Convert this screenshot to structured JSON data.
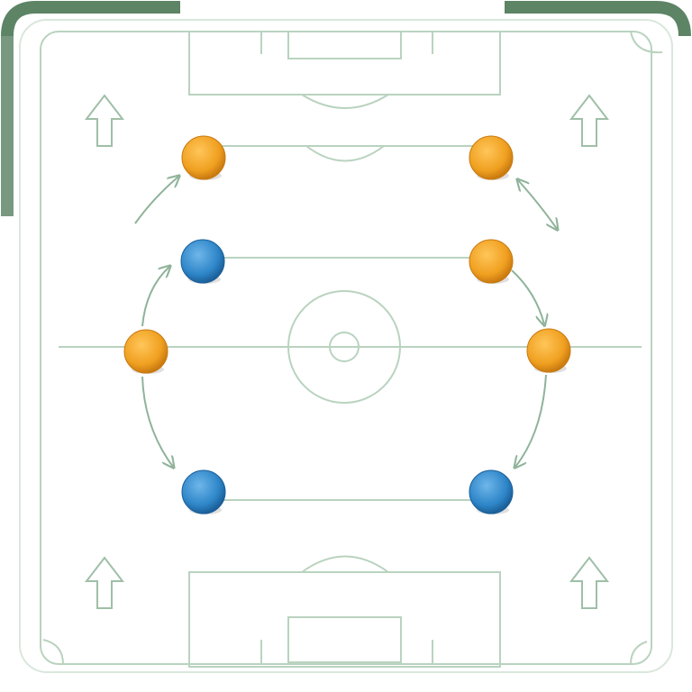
{
  "colors": {
    "background": "#ffffff",
    "frame": "#3f6e4a",
    "pitch_line": "#b9d3bf",
    "pitch_line_dark": "#8fb39a",
    "player_orange": "#f0a020",
    "player_orange_dark": "#c97a10",
    "player_blue": "#2e86c8",
    "player_blue_dark": "#1b5f99",
    "arrow": "#9fbfa8"
  },
  "players": [
    {
      "id": "top-left",
      "team": "orange"
    },
    {
      "id": "top-right",
      "team": "orange"
    },
    {
      "id": "upper-left",
      "team": "blue"
    },
    {
      "id": "upper-right",
      "team": "orange"
    },
    {
      "id": "mid-left",
      "team": "orange"
    },
    {
      "id": "mid-right",
      "team": "orange"
    },
    {
      "id": "bottom-left",
      "team": "blue"
    },
    {
      "id": "bottom-right",
      "team": "blue"
    }
  ],
  "icons": {
    "up_arrow": "up-arrow-icon",
    "movement_arrow": "curved-arrow-icon"
  }
}
